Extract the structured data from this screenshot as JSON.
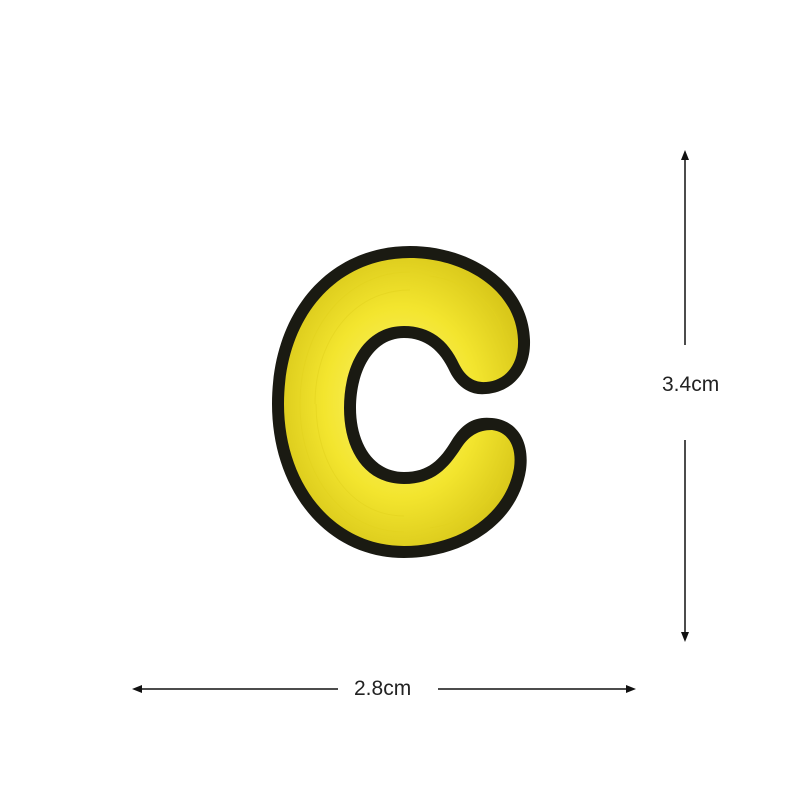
{
  "product": {
    "letter": "C",
    "fill_color": "#f2e62a",
    "outline_color": "#1a1a12"
  },
  "dimensions": {
    "height_label": "3.4cm",
    "width_label": "2.8cm",
    "line_color": "#111111"
  }
}
